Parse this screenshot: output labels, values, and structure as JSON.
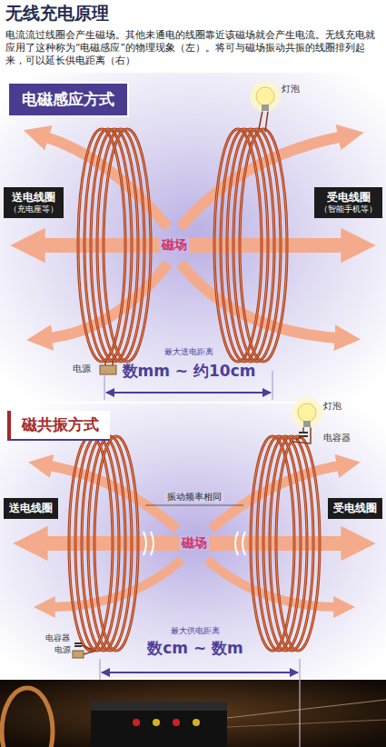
{
  "diagram": {
    "title": "无线充电原理",
    "nodes": [
      {
        "text": [
          "电磁感应方式"
        ]
      },
      {
        "text": [
          "送电线圈",
          "（充电座等）"
        ]
      },
      {
        "text": [
          "受电线圈",
          "（智能手机等）"
        ]
      },
      {
        "text": [
          "磁共振方式"
        ]
      },
      {
        "text": [
          "送电线圈"
        ]
      },
      {
        "text": [
          "受电线圈"
        ]
      }
    ],
    "labels": [
      "电流流过线圈会产生磁场。其他未通电的线圈靠近该磁场就会产生电流。无线充电就应用了这种称为“电磁感应”的物理现象（左）。将可与磁场振动共振的线圈排列起来，可以延长供电距离（右）",
      "灯泡",
      "磁场",
      "电源",
      "最大送电距离",
      "数mm ~ 约10cm",
      "灯泡",
      "电容器",
      "振动频率相同",
      "磁场",
      "电容器",
      "电源",
      "最大供电距离",
      "数cm ~ 数m"
    ]
  }
}
